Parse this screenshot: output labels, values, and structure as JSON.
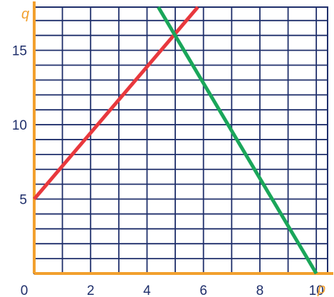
{
  "chart_data": {
    "type": "line",
    "xlabel": "p",
    "ylabel": "q",
    "xlim": [
      0,
      10.4
    ],
    "ylim": [
      0,
      17.9
    ],
    "grid": true,
    "grid_step": {
      "x": 1,
      "y": 1
    },
    "x_ticks": [
      {
        "value": 0,
        "label": "0"
      },
      {
        "value": 2,
        "label": "2"
      },
      {
        "value": 4,
        "label": "4"
      },
      {
        "value": 6,
        "label": "6"
      },
      {
        "value": 8,
        "label": "8"
      },
      {
        "value": 10,
        "label": "10"
      }
    ],
    "y_ticks": [
      {
        "value": 5,
        "label": "5"
      },
      {
        "value": 10,
        "label": "10"
      },
      {
        "value": 15,
        "label": "15"
      }
    ],
    "series": [
      {
        "color": "#e8383d",
        "points": [
          [
            0,
            5
          ],
          [
            5.8,
            17.9
          ]
        ]
      },
      {
        "color": "#1aa65a",
        "points": [
          [
            4.4,
            17.9
          ],
          [
            10,
            0
          ]
        ]
      }
    ],
    "colors": {
      "grid": "#1f2f6b",
      "axes": "#f2a02e",
      "tick_text": "#1f2f6b"
    }
  }
}
